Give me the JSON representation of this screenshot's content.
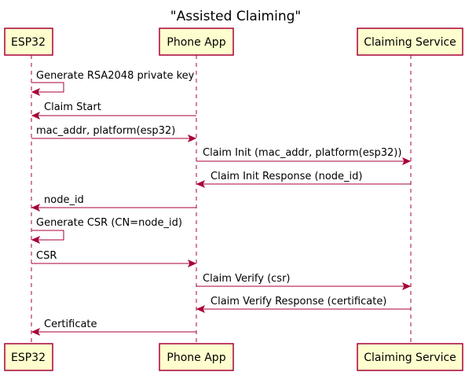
{
  "diagram": {
    "title": "\"Assisted Claiming\"",
    "participants": [
      {
        "id": "esp32",
        "label": "ESP32"
      },
      {
        "id": "phone",
        "label": "Phone App"
      },
      {
        "id": "service",
        "label": "Claiming Service"
      }
    ],
    "messages": [
      {
        "from": "esp32",
        "to": "esp32",
        "label": "Generate RSA2048 private key"
      },
      {
        "from": "phone",
        "to": "esp32",
        "label": "Claim Start"
      },
      {
        "from": "esp32",
        "to": "phone",
        "label": "mac_addr, platform(esp32)"
      },
      {
        "from": "phone",
        "to": "service",
        "label": "Claim Init (mac_addr, platform(esp32))"
      },
      {
        "from": "service",
        "to": "phone",
        "label": "Claim Init Response (node_id)"
      },
      {
        "from": "phone",
        "to": "esp32",
        "label": "node_id"
      },
      {
        "from": "esp32",
        "to": "esp32",
        "label": "Generate CSR (CN=node_id)"
      },
      {
        "from": "esp32",
        "to": "phone",
        "label": "CSR"
      },
      {
        "from": "phone",
        "to": "service",
        "label": "Claim Verify (csr)"
      },
      {
        "from": "service",
        "to": "phone",
        "label": "Claim Verify Response (certificate)"
      },
      {
        "from": "phone",
        "to": "esp32",
        "label": "Certificate"
      }
    ]
  },
  "colors": {
    "box_fill": "#fefece",
    "border": "#a80036",
    "text": "#000000"
  }
}
